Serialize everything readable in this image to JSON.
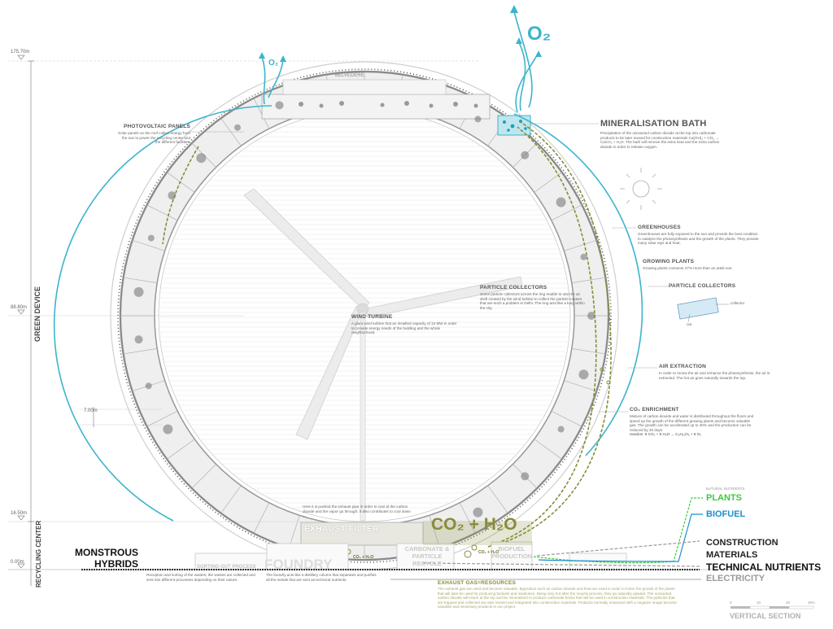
{
  "levels": {
    "top": "175.70m",
    "middle": "88.80m",
    "floor": "16.50m",
    "ground": "0.00m",
    "module": "7.00m"
  },
  "side_labels": {
    "green_device": "GREEN DEVICE",
    "recycling_center": "RECYCLING\nCENTER"
  },
  "o2_small": "O₂",
  "o2_large": "O₂",
  "belvedere": "BELVEDERE",
  "photovoltaic": {
    "title": "PHOTOVOLTAIC PANELS",
    "text": "Solar panels on the roof collect energy form the sun to power the recycling center and the different facilities."
  },
  "mineralisation": {
    "title": "MINERALISATION BATH",
    "text": "Precipitation of the unreacted carbon dioxide at the top into carbonate products to be later reused for construction materials Ca(OH)₂ + CO₂ → CaCO₃ + H₂O. The bath will remove the extra heat and the extra carbon dioxide in order to release oxygen."
  },
  "greenhouses": {
    "title": "GREENHOUSES",
    "text": "Greenhouses are fully exposed to the sun and provide the best condition to catalyze the photosynthesis and the growth of the plants. They provide many solar rays and heat."
  },
  "growing_plants": {
    "title": "GROWING PLANTS",
    "text": "Growing plants consume 27% more than an adult one."
  },
  "particle_collectors_right": {
    "title": "PARTICLE COLLECTORS",
    "collector": "collector",
    "out": "out"
  },
  "particle_collectors_inner": {
    "title": "PARTICLE COLLECTORS",
    "text": "Some particle collectors across the ring enable to use the air draft created by the wind turbine to collect the particle matters that are such a problem in Delhi. The ring acts like a lung within the city."
  },
  "wind_turbine": {
    "title": "WIND TURBINE",
    "text": "A giant wind turbine that an installed capacity of 10 MW in order to provide energy needs of the building and the whole neighborhood."
  },
  "air_extraction": {
    "title": "AIR EXTRACTION",
    "text": "In order to renew the air and enhance the photosynthesis, the air is extracted. The hot air goes naturally towards the top."
  },
  "co2_enrichment": {
    "title": "CO₂ ENRICHMENT",
    "text": "Mixture of carbon dioxide and water is distributed throughout the floors and speed up the growth of the different growing plants and become valuable gas. The growth can be accelerated up to 40% and the production can be reduced by 20 days.",
    "reaction": "reaction: 6 CO₂ + 6 H₂O → C₆H₁₂O₆ + 6 O₂"
  },
  "exhaust_intro": "Here it is pushed the exhaust pipe in order to cool at the carbon dioxide and the vapor go through. It also contributes to cool down ...",
  "exhaust_filter": "EXHAUST FILTER",
  "co2_h2o_big": "CO₂ + H₂O",
  "co2_h2o_small": "CO₂ + H₂O",
  "carbonate": "CARBONATE &\nPARTICLE RECYCLE",
  "biofuel_production": "BIOFUEL\nPRODUCTION",
  "foundry": {
    "title": "FOUNDRY",
    "text": "The foundry acts like a distillery column that separates and purifies all the metals that are sent as technical nutrients."
  },
  "sorting": {
    "title": "SORTING OUT PROCESS",
    "text": "Reception and sorting of the wastes; the wastes are collected and sent into different processes depending on their nature."
  },
  "monstrous_hybrids": "MONSTROUS\nHYBRIDS",
  "natural_nutrients": "NATURAL NUTRIENTS",
  "outputs": {
    "plants": "PLANTS",
    "biofuel": "BIOFUEL",
    "construction": "CONSTRUCTION\nMATERIALS",
    "technical": "TECHNICAL NUTRIENTS",
    "electricity": "ELECTRICITY"
  },
  "exhaust_gas": {
    "title": "EXHAUST GAS=RESOURCES",
    "text": "The exhaust gas are used and become valuable. Byproduct such as carbon dioxide and heat are used in order to foster the growth of the plants that will later be used for producing biofuels and medicines. Being very hot after the recycle process, they go naturally upward. The unreacted carbon dioxide will reach at the top and be mineralized to produce carbonate bricks that will be used in construction materials. The particles that are trapped and collected are also reused and integrated into construction materials. Products normally unwanted with a negative image become valuable and necessary products in our project."
  },
  "scale": {
    "ticks": [
      "0",
      "10",
      "20",
      "30m"
    ],
    "title": "VERTICAL SECTION"
  },
  "colors": {
    "teal": "#3cb4cc",
    "olive": "#8a8b3a",
    "green": "#3ec93e",
    "blue": "#1e8fd0",
    "grey": "#9a9a9a"
  }
}
